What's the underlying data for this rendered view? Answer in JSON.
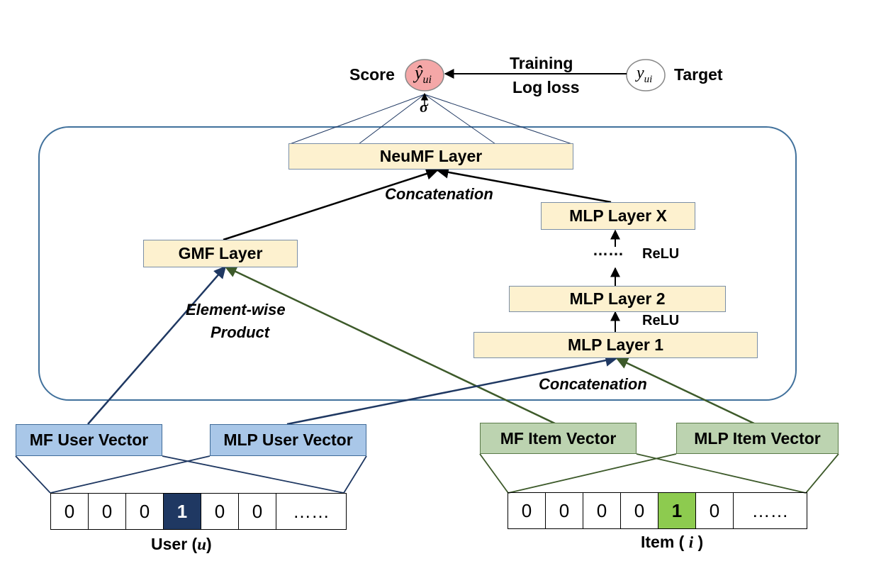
{
  "score": {
    "label": "Score",
    "symbol": "ŷ",
    "sub": "ui"
  },
  "target": {
    "label": "Target",
    "symbol": "y",
    "sub": "ui"
  },
  "training": {
    "line1": "Training",
    "line2": "Log loss"
  },
  "sigma": "σ",
  "layers": {
    "neumf": "NeuMF Layer",
    "gmf": "GMF Layer",
    "mlp_x": "MLP Layer X",
    "mlp_2": "MLP Layer 2",
    "mlp_1": "MLP Layer 1"
  },
  "annotations": {
    "concat_top": "Concatenation",
    "concat_bottom": "Concatenation",
    "elementwise_1": "Element-wise",
    "elementwise_2": "Product",
    "dots": "……",
    "relu_1": "ReLU",
    "relu_2": "ReLU"
  },
  "vectors": {
    "mf_user": "MF User Vector",
    "mlp_user": "MLP User Vector",
    "mf_item": "MF Item Vector",
    "mlp_item": "MLP Item Vector"
  },
  "user_input": {
    "cells": [
      "0",
      "0",
      "0",
      "1",
      "0",
      "0",
      "……"
    ],
    "label": "User (",
    "var": "u",
    "label_end": ")"
  },
  "item_input": {
    "cells": [
      "0",
      "0",
      "0",
      "0",
      "1",
      "0",
      "……"
    ],
    "label": "Item ( ",
    "var": "i",
    "label_end": " )"
  },
  "colors": {
    "layer_fill": "#fdf1cf",
    "user_fill": "#a9c7e8",
    "item_fill": "#bcd3b0",
    "user_hot": "#1f3862",
    "item_hot": "#8dcb4f",
    "score_fill": "#f4a7a7",
    "frame": "#41719c"
  }
}
